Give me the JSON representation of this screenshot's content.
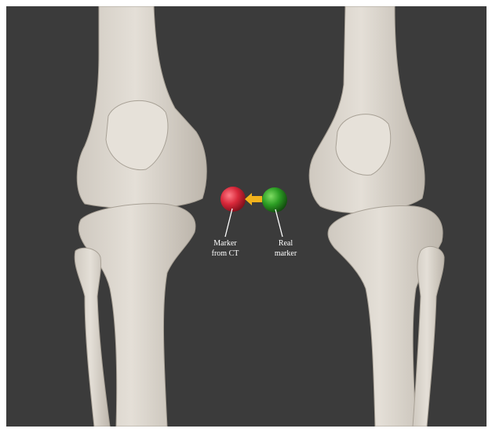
{
  "figure": {
    "labels": {
      "marker_ct_line1": "Marker",
      "marker_ct_line2": "from CT",
      "real_marker_line1": "Real",
      "real_marker_line2": "marker"
    },
    "colors": {
      "background": "#3b3b3b",
      "bone": "#ddd8d0",
      "bone_shadow": "#b9b2a8",
      "marker_ct": "#d8283a",
      "real_marker": "#2c9e24",
      "arrow": "#f2b21c",
      "label_text": "#ffffff"
    },
    "icons": [
      "left-knee-bones",
      "right-knee-bones",
      "ct-marker-sphere",
      "real-marker-sphere",
      "correction-arrow-icon"
    ]
  }
}
